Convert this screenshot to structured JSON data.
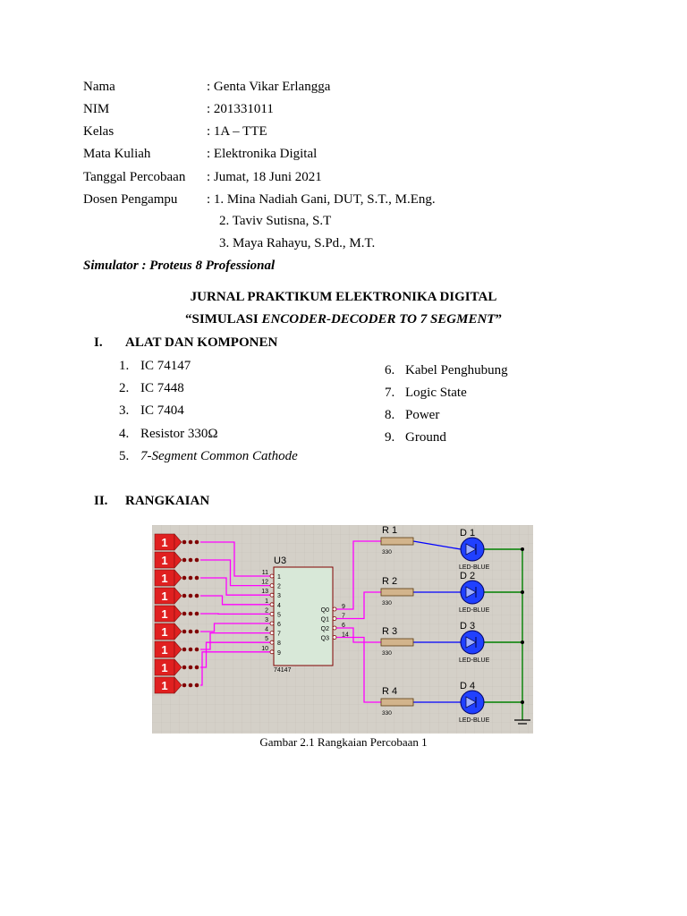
{
  "header": {
    "rows": [
      {
        "label": "Nama",
        "value": ": Genta Vikar Erlangga"
      },
      {
        "label": "NIM",
        "value": ": 201331011"
      },
      {
        "label": "Kelas",
        "value": ": 1A – TTE"
      },
      {
        "label": "Mata Kuliah",
        "value": ": Elektronika Digital"
      },
      {
        "label": "Tanggal Percobaan",
        "value": ": Jumat, 18 Juni 2021"
      },
      {
        "label": "Dosen Pengampu",
        "value": ":  1. Mina Nadiah Gani, DUT, S.T., M.Eng."
      }
    ],
    "dosen_extra": [
      "2. Taviv Sutisna, S.T",
      "3. Maya Rahayu, S.Pd., M.T."
    ],
    "simulator": "Simulator : Proteus 8 Professional"
  },
  "title": {
    "line1": "JURNAL PRAKTIKUM ELEKTRONIKA DIGITAL",
    "line2_prefix": "“SIMULASI ",
    "line2_italic": "ENCODER-DECODER TO 7 SEGMENT",
    "line2_suffix": "”"
  },
  "section1": {
    "num": "I.",
    "heading": "ALAT DAN KOMPONEN",
    "items_left": [
      {
        "n": "1.",
        "text": "IC 74147"
      },
      {
        "n": "2.",
        "text": "IC 7448"
      },
      {
        "n": "3.",
        "text": "IC 7404"
      },
      {
        "n": "4.",
        "text": "Resistor 330Ω"
      },
      {
        "n": "5.",
        "text": "7-Segment Common Cathode"
      }
    ],
    "items_right": [
      {
        "n": "6.",
        "text": "Kabel Penghubung"
      },
      {
        "n": "7.",
        "text": "Logic State"
      },
      {
        "n": "8.",
        "text": "Power"
      },
      {
        "n": "9.",
        "text": "Ground"
      }
    ]
  },
  "section2": {
    "num": "II.",
    "heading": "RANGKAIAN"
  },
  "circuit": {
    "ic_ref": "U3",
    "ic_part": "74147",
    "input_pins": [
      {
        "num": "11",
        "name": "1"
      },
      {
        "num": "12",
        "name": "2"
      },
      {
        "num": "13",
        "name": "3"
      },
      {
        "num": "1",
        "name": "4"
      },
      {
        "num": "2",
        "name": "5"
      },
      {
        "num": "3",
        "name": "6"
      },
      {
        "num": "4",
        "name": "7"
      },
      {
        "num": "5",
        "name": "8"
      },
      {
        "num": "10",
        "name": "9"
      }
    ],
    "output_pins": [
      {
        "num": "9",
        "name": "Q0"
      },
      {
        "num": "7",
        "name": "Q1"
      },
      {
        "num": "6",
        "name": "Q2"
      },
      {
        "num": "14",
        "name": "Q3"
      }
    ],
    "logic_state_value": "1",
    "resistors": [
      {
        "ref": "R 1",
        "value": "330"
      },
      {
        "ref": "R 2",
        "value": "330"
      },
      {
        "ref": "R 3",
        "value": "330"
      },
      {
        "ref": "R 4",
        "value": "330"
      }
    ],
    "leds": [
      {
        "ref": "D 1",
        "type": "LED-BLUE"
      },
      {
        "ref": "D 2",
        "type": "LED-BLUE"
      },
      {
        "ref": "D 3",
        "type": "LED-BLUE"
      },
      {
        "ref": "D 4",
        "type": "LED-BLUE"
      }
    ],
    "colors": {
      "background": "#d4d0c8",
      "grid": "#c4c0b8",
      "wire_magenta": "#ff00ff",
      "wire_green": "#008000",
      "wire_blue": "#0000ff",
      "ic_body": "#d8e8d8",
      "ic_border": "#800000",
      "logic_red": "#e02020",
      "resistor_body": "#d2b48c",
      "led_blue": "#2040ff"
    }
  },
  "caption": "Gambar 2.1 Rangkaian Percobaan 1"
}
